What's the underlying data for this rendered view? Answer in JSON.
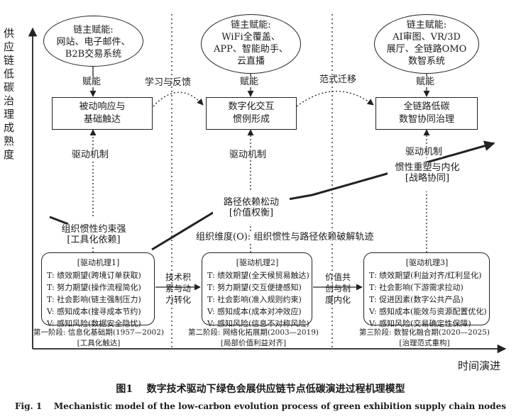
{
  "y_axis_label": [
    "供",
    "应",
    "链",
    "低",
    "碳",
    "治",
    "理",
    "成",
    "熟",
    "度"
  ],
  "x_axis_label": "时间演进",
  "ovals": [
    {
      "lines": [
        "链主赋能:",
        "网站、电子邮件、",
        "B2B交易系统"
      ]
    },
    {
      "lines": [
        "链主赋能:",
        "WiFi全覆盖、",
        "APP、智能助手、",
        "云直播"
      ]
    },
    {
      "lines": [
        "链主赋能:",
        "AI审图、VR/3D",
        "展厅、全链路OMO",
        "数智系统"
      ]
    }
  ],
  "empower_labels": [
    "赋能",
    "赋能",
    "赋能"
  ],
  "stage_boxes": [
    {
      "lines": [
        "被动响应与",
        "基础触达"
      ]
    },
    {
      "lines": [
        "数字化交互",
        "惯例形成"
      ]
    },
    {
      "lines": [
        "全链路低碳",
        "数智协同治理"
      ]
    }
  ],
  "transitions_top": [
    "学习与反馈",
    "范式迁移"
  ],
  "drive_labels": [
    "驱动机制",
    "驱动机制",
    "驱动机制"
  ],
  "inertia_labels": [
    {
      "lines": [
        "组织惯性约束强",
        "[工具化依赖]"
      ]
    },
    {
      "lines": [
        "路径依赖松动",
        "[价值权衡]"
      ]
    },
    {
      "lines": [
        "惯性重塑与内化",
        "[战略协同]"
      ]
    }
  ],
  "org_dimension": "组织维度(O): 组织惯性与路径依赖破解轨迹",
  "mechanism_boxes": [
    {
      "header": "[驱动机理1]",
      "items": [
        "T: 绩效期望(跨境订单获取)",
        "T: 努力期望(操作流程简化)",
        "T: 社会影响(链主强制压力)",
        "V: 感知成本(搜寻成本节约)",
        "V: 感知风险(数据安全隐忧)"
      ]
    },
    {
      "header": "[驱动机理2]",
      "items": [
        "T: 绩效期望(全天候贸易触达)",
        "T: 努力期望(交互便捷感知)",
        "T: 社会影响(准入规则约束)",
        "V: 感知成本(成本对冲效应)",
        "V: 感知风险(信息不对称风险)"
      ]
    },
    {
      "header": "[驱动机理3]",
      "items": [
        "T: 绩效期望(利益对齐/红利显化)",
        "T: 社会影响(下游需求拉动)",
        "T: 促进因素(数字公共产品)",
        "V: 感知成本(能效与资源配置优化)",
        "V: 感知风险(交易确定性保障)"
      ]
    }
  ],
  "transitions_bottom": [
    {
      "lines": [
        "技术积",
        "累与动",
        "力转化"
      ]
    },
    {
      "lines": [
        "价值共",
        "创与制",
        "度内化"
      ]
    }
  ],
  "stage_labels": [
    {
      "lines": [
        "第一阶段: 信息化基础期(1957—2002)",
        "[工具化触达]"
      ]
    },
    {
      "lines": [
        "第二阶段: 网络化拓展期(2003—2019)",
        "[局部价值利益对齐]"
      ]
    },
    {
      "lines": [
        "第三阶段: 数智化融合期(2020—2025)",
        "[治理范式重构]"
      ]
    }
  ],
  "caption_cn": "图1    数字技术驱动下绿色会展供应链节点低碳演进过程机理模型",
  "caption_en": "Fig. 1    Mechanistic model of the low-carbon evolution process of green exhibition supply chain nodes"
}
